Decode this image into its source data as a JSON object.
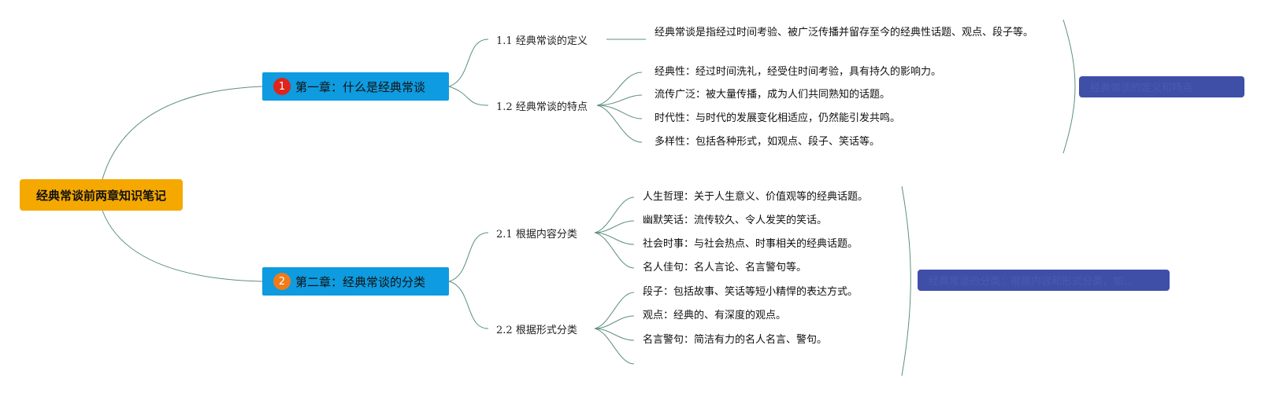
{
  "root": {
    "title": "经典常谈前两章知识笔记"
  },
  "chapter1": {
    "index": "1",
    "title": "第一章：什么是经典常谈",
    "sections": [
      {
        "num": "1.1",
        "title": "经典常谈的定义"
      },
      {
        "num": "1.2",
        "title": "经典常谈的特点"
      }
    ],
    "definition": "经典常谈是指经过时间考验、被广泛传播并留存至今的经典性话题、观点、段子等。",
    "features": [
      "经典性：经过时间洗礼，经受住时间考验，具有持久的影响力。",
      "流传广泛：被大量传播，成为人们共同熟知的话题。",
      "时代性：与时代的发展变化相适应，仍然能引发共鸣。",
      "多样性：包括各种形式，如观点、段子、笑话等。"
    ],
    "summary": "经典常谈的定义和特点"
  },
  "chapter2": {
    "index": "2",
    "title": "第二章：经典常谈的分类",
    "sections": [
      {
        "num": "2.1",
        "title": "根据内容分类"
      },
      {
        "num": "2.2",
        "title": "根据形式分类"
      }
    ],
    "by_content": [
      "人生哲理：关于人生意义、价值观等的经典话题。",
      "幽默笑话：流传较久、令人发笑的笑话。",
      "社会时事：与社会热点、时事相关的经典话题。",
      "名人佳句：名人言论、名言警句等。"
    ],
    "by_form": [
      "段子：包括故事、笑话等短小精悍的表达方式。",
      "观点：经典的、有深度的观点。",
      "名言警句：简洁有力的名人名言、警句。",
      ""
    ],
    "summary": "经典常谈的分类：根据内容和形式分类，如…"
  },
  "colors": {
    "root_fill": "#f5a800",
    "chapter_fill": "#0e9be0",
    "summary_fill": "#3f4fa8",
    "connector": "#5f8f7e",
    "badge1": "#e0231b",
    "badge2": "#f07b18"
  }
}
